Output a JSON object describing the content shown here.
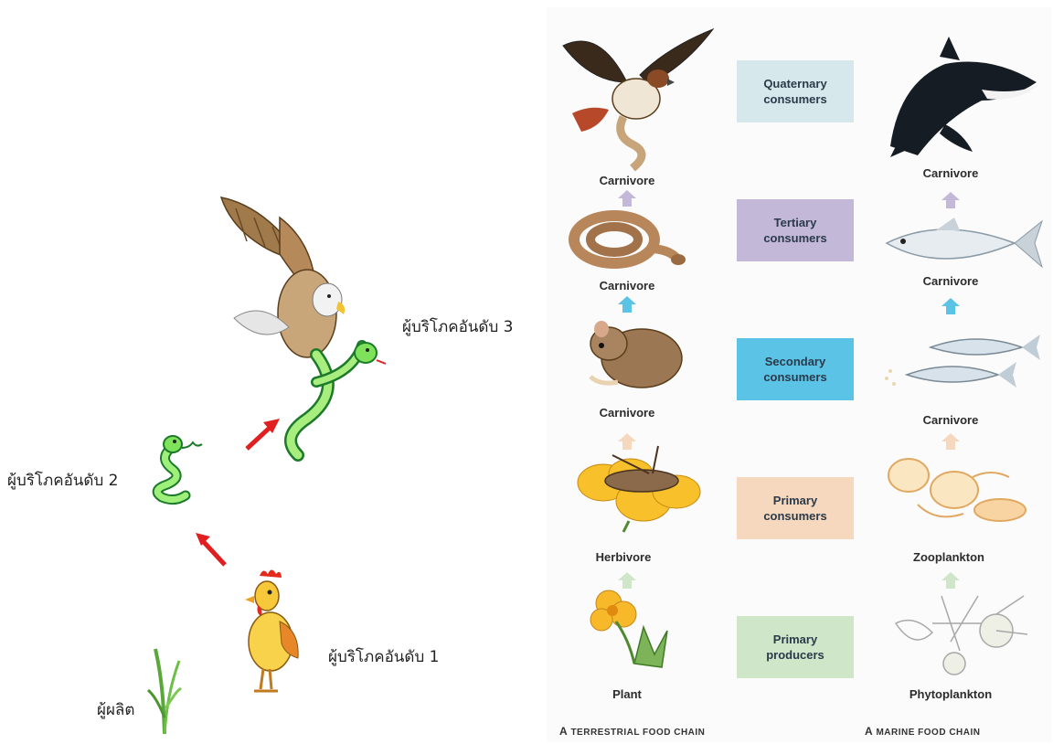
{
  "simple_chain": {
    "producer": "ผู้ผลิต",
    "consumer_1": "ผู้บริโภคอันดับ 1",
    "consumer_2": "ผู้บริโภคอันดับ 2",
    "consumer_3": "ผู้บริโภคอันดับ 3",
    "arrow_color": "#e02020"
  },
  "levels": [
    {
      "label": "Quaternary\nconsumers",
      "color": "#d6e8ec"
    },
    {
      "label": "Tertiary\nconsumers",
      "color": "#c3b8d8"
    },
    {
      "label": "Secondary\nconsumers",
      "color": "#5bc3e6"
    },
    {
      "label": "Primary\nconsumers",
      "color": "#f5d8bd"
    },
    {
      "label": "Primary\nproducers",
      "color": "#cfe6c9"
    }
  ],
  "terrestrial": {
    "title_first": "A",
    "title_rest": "TERRESTRIAL FOOD CHAIN",
    "roles": [
      "Carnivore",
      "Carnivore",
      "Carnivore",
      "Herbivore",
      "Plant"
    ]
  },
  "marine": {
    "title_first": "A",
    "title_rest": "MARINE FOOD CHAIN",
    "roles": [
      "Carnivore",
      "Carnivore",
      "Carnivore",
      "Zooplankton",
      "Phytoplankton"
    ]
  }
}
